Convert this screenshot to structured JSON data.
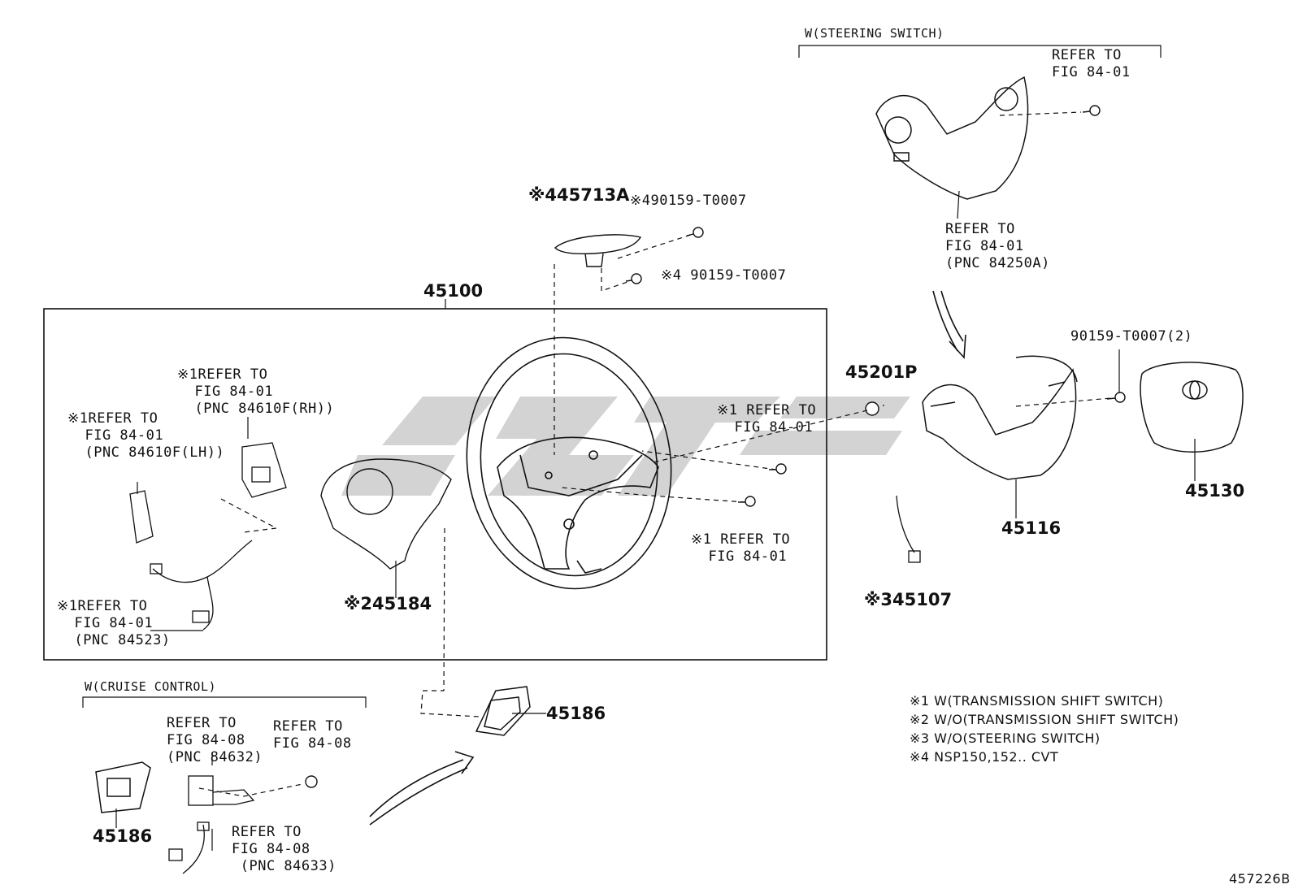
{
  "diagram": {
    "assembly_number": "45100",
    "figure_number": "457226B",
    "groups": {
      "steering_switch_header": "W(STEERING SWITCH)",
      "cruise_control_header": "W(CRUISE CONTROL)"
    },
    "parts": [
      {
        "id": "45713A",
        "label": "※445713A"
      },
      {
        "id": "90159-T0007-a",
        "label": "※490159-T0007"
      },
      {
        "id": "90159-T0007-b",
        "label": "※4 90159-T0007"
      },
      {
        "id": "90159-T0007-2",
        "label": "90159-T0007(2)"
      },
      {
        "id": "45201P",
        "label": "45201P"
      },
      {
        "id": "45116",
        "label": "45116"
      },
      {
        "id": "45130",
        "label": "45130"
      },
      {
        "id": "45107",
        "label": "※345107"
      },
      {
        "id": "45184",
        "label": "※245184"
      },
      {
        "id": "45186-a",
        "label": "45186"
      },
      {
        "id": "45186-b",
        "label": "45186"
      }
    ],
    "references": [
      {
        "id": "ref-top-right-1",
        "text": "REFER TO\nFIG 84-01"
      },
      {
        "id": "ref-top-right-2",
        "text": "REFER TO\nFIG 84-01\n(PNC 84250A)"
      },
      {
        "id": "ref-rh",
        "text": "※1REFER TO\n  FIG 84-01\n  (PNC 84610F(RH))"
      },
      {
        "id": "ref-lh",
        "text": "※1REFER TO\n  FIG 84-01\n  (PNC 84610F(LH))"
      },
      {
        "id": "ref-wheel-upper",
        "text": "※1 REFER TO\n  FIG 84-01"
      },
      {
        "id": "ref-wheel-lower",
        "text": "※1 REFER TO\n  FIG 84-01"
      },
      {
        "id": "ref-harness",
        "text": "※1REFER TO\n  FIG 84-01\n  (PNC 84523)"
      },
      {
        "id": "ref-cruise-1",
        "text": "REFER TO\nFIG 84-08\n(PNC 84632)"
      },
      {
        "id": "ref-cruise-2",
        "text": "REFER TO\nFIG 84-08"
      },
      {
        "id": "ref-cruise-3",
        "text": "REFER TO\nFIG 84-08\n (PNC 84633)"
      }
    ],
    "notes": [
      "※1 W(TRANSMISSION SHIFT SWITCH)",
      "※2 W/O(TRANSMISSION SHIFT SWITCH)",
      "※3 W/O(STEERING SWITCH)",
      "※4 NSP150,152.. CVT"
    ],
    "colors": {
      "line": "#111111",
      "watermark": "#d0d0d0",
      "background": "#ffffff"
    }
  }
}
